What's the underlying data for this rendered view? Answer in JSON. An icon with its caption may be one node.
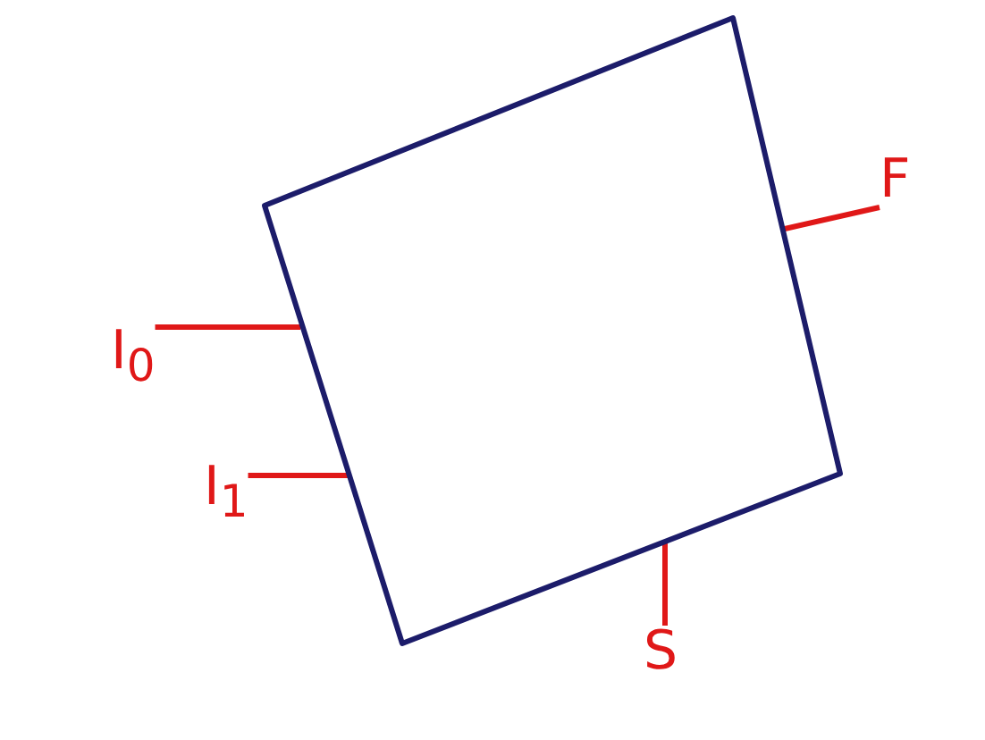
{
  "diagram": {
    "nodes": [
      {
        "text": [],
        "shape": "box"
      },
      {
        "text": [
          "I$_{0}$"
        ]
      },
      {
        "text": [
          "I$_{1}$"
        ]
      },
      {
        "text": [
          "F"
        ]
      },
      {
        "text": [
          "S"
        ]
      }
    ],
    "edges": [
      {
        "from": 1,
        "to": 0,
        "arrow": "none"
      },
      {
        "from": 2,
        "to": 0,
        "arrow": "none"
      },
      {
        "from": 3,
        "to": 0,
        "arrow": "none"
      },
      {
        "from": 4,
        "to": 0,
        "arrow": "none"
      }
    ]
  }
}
